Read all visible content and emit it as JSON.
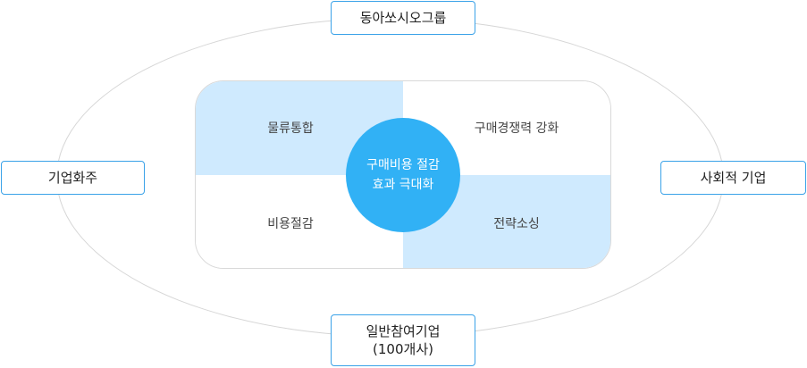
{
  "outer": {
    "top": "동아쏘시오그룹",
    "left": "기업화주",
    "right": "사회적 기업",
    "bottom_line1": "일반참여기업",
    "bottom_line2": "(100개사)"
  },
  "quadrants": {
    "top_left": "물류통합",
    "top_right": "구매경쟁력 강화",
    "bottom_left": "비용절감",
    "bottom_right": "전략소싱"
  },
  "center": {
    "line1": "구매비용 절감",
    "line2": "효과 극대화"
  },
  "colors": {
    "accent": "#31b1f5",
    "highlight_fill": "#cfeafe",
    "box_border": "#3aa2e8",
    "ellipse_line": "#d6d6d6"
  }
}
